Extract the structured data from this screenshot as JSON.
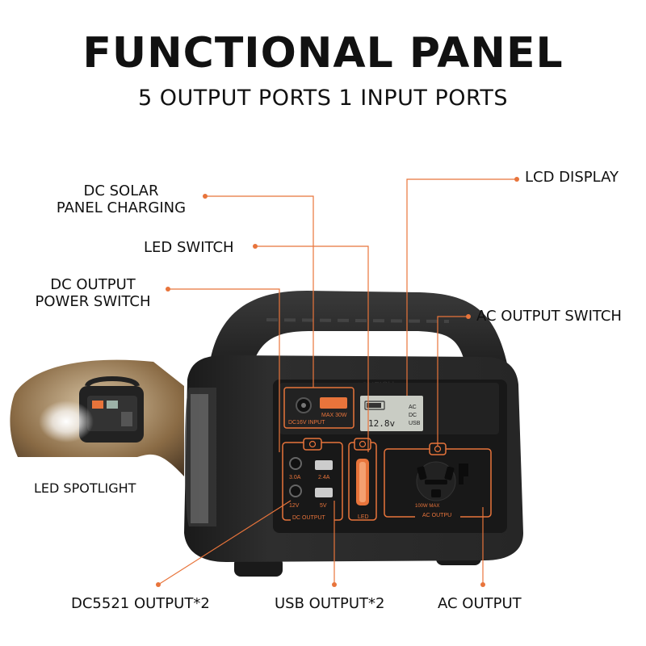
{
  "header": {
    "title": "FUNCTIONAL PANEL",
    "subtitle": "5 OUTPUT PORTS 1 INPUT PORTS"
  },
  "callouts": {
    "dc_solar_line1": "DC SOLAR",
    "dc_solar_line2": "PANEL CHARGING",
    "led_switch": "LED SWITCH",
    "dc_output_switch_line1": "DC OUTPUT",
    "dc_output_switch_line2": "POWER SWITCH",
    "lcd_display": "LCD DISPLAY",
    "ac_output_switch": "AC OUTPUT SWITCH",
    "led_spotlight": "LED SPOTLIGHT",
    "dc5521_output": "DC5521 OUTPUT*2",
    "usb_output": "USB OUTPUT*2",
    "ac_output": "AC OUTPUT"
  },
  "device": {
    "input_label": "DC16V  INPUT",
    "input_max": "MAX  30W",
    "lcd_voltage": "12.8v",
    "lcd_side_1": "AC",
    "lcd_side_2": "DC",
    "lcd_side_3": "USB",
    "dc_current": "3.0A",
    "dc_voltage": "12V",
    "usb_current": "2.4A",
    "usb_voltage": "5V",
    "dc_output_label": "DC OUTPUT",
    "led_label": "LED",
    "ac_max": "100W MAX",
    "ac_output_label": "AC OUTPU",
    "brand": "FLASHFISH"
  },
  "colors": {
    "accent": "#E8743B",
    "body": "#2B2B2B",
    "body_dark": "#1C1C1C",
    "lcd": "#C9CCC4"
  }
}
